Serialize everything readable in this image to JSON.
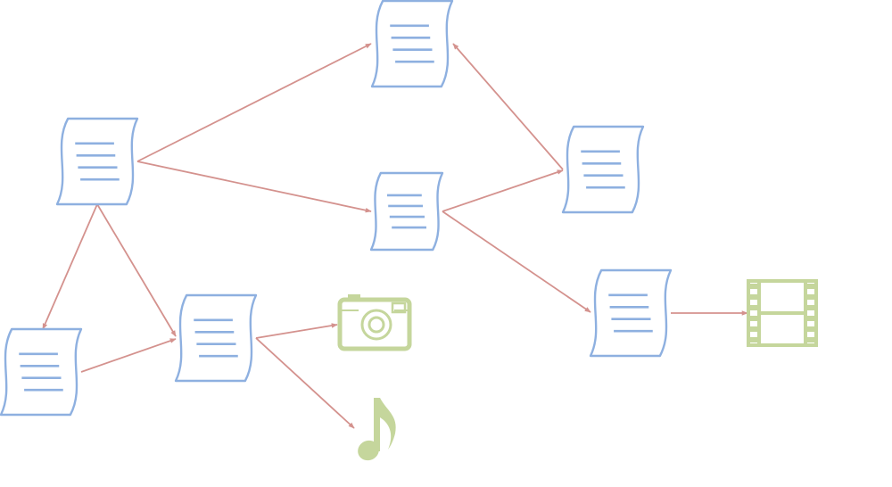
{
  "diagram": {
    "colors": {
      "document": "#8eb0e0",
      "edge": "#d4928e",
      "media": "#c5d69c",
      "background": "#ffffff"
    },
    "nodes": [
      {
        "id": "doc-left",
        "kind": "document",
        "icon": "document-scroll-icon"
      },
      {
        "id": "doc-top",
        "kind": "document",
        "icon": "document-scroll-icon"
      },
      {
        "id": "doc-middle",
        "kind": "document",
        "icon": "document-scroll-icon"
      },
      {
        "id": "doc-right-upper",
        "kind": "document",
        "icon": "document-scroll-icon"
      },
      {
        "id": "doc-right-lower",
        "kind": "document",
        "icon": "document-scroll-icon"
      },
      {
        "id": "doc-bottom-left",
        "kind": "document",
        "icon": "document-scroll-icon"
      },
      {
        "id": "doc-bottom-center",
        "kind": "document",
        "icon": "document-scroll-icon"
      },
      {
        "id": "media-camera",
        "kind": "image",
        "icon": "camera-icon"
      },
      {
        "id": "media-music",
        "kind": "audio",
        "icon": "music-note-icon"
      },
      {
        "id": "media-film",
        "kind": "video",
        "icon": "film-strip-icon"
      }
    ],
    "edges": [
      {
        "from": "doc-left",
        "to": "doc-top"
      },
      {
        "from": "doc-left",
        "to": "doc-middle"
      },
      {
        "from": "doc-left",
        "to": "doc-bottom-left"
      },
      {
        "from": "doc-left",
        "to": "doc-bottom-center"
      },
      {
        "from": "doc-bottom-left",
        "to": "doc-bottom-center"
      },
      {
        "from": "doc-middle",
        "to": "doc-right-upper"
      },
      {
        "from": "doc-middle",
        "to": "doc-right-lower"
      },
      {
        "from": "doc-right-upper",
        "to": "doc-top"
      },
      {
        "from": "doc-bottom-center",
        "to": "media-camera"
      },
      {
        "from": "doc-bottom-center",
        "to": "media-music"
      },
      {
        "from": "doc-right-lower",
        "to": "media-film"
      }
    ]
  }
}
